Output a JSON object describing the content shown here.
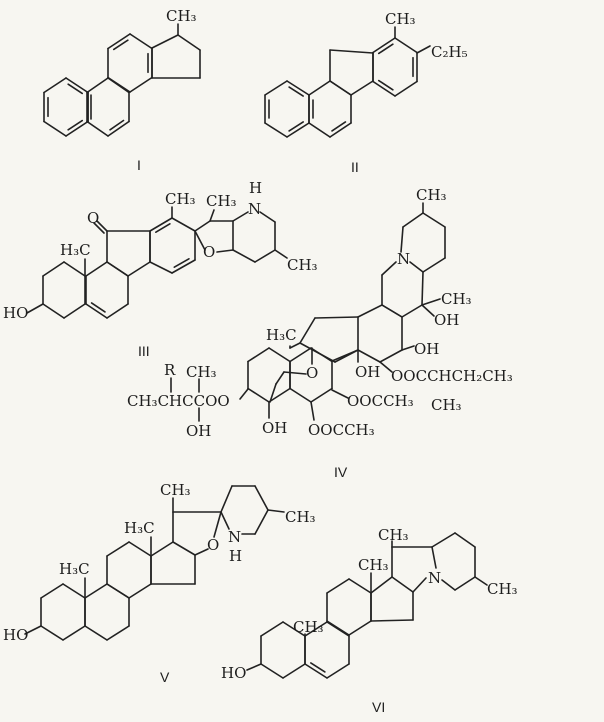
{
  "structures": {
    "I": {
      "label": "I",
      "t": [
        "CH₃"
      ]
    },
    "II": {
      "label": "II",
      "t": [
        "CH₃",
        "C₂H₅"
      ]
    },
    "III": {
      "label": "III",
      "t": [
        "O",
        "H₃C",
        "CH₃",
        "CH₃",
        "H",
        "N",
        "O",
        "CH₃",
        "HO"
      ]
    },
    "IV": {
      "label": "IV",
      "t": [
        "CH₃",
        "N",
        "CH₃",
        "OH",
        "OH",
        "H₃C",
        "O",
        "OH",
        "OOCCHCH₂CH₃",
        "CH₃",
        "R",
        "CH₃",
        "CH₃CHCCOO",
        "OH",
        "OH",
        "OOCCH₃",
        "OOCCH₃"
      ]
    },
    "V": {
      "label": "V",
      "t": [
        "CH₃",
        "H₃C",
        "H₃C",
        "O",
        "N",
        "H",
        "CH₃",
        "HO"
      ]
    },
    "VI": {
      "label": "VI",
      "t": [
        "CH₃",
        "CH₃",
        "CH₃",
        "N",
        "CH₃",
        "HO"
      ]
    }
  }
}
